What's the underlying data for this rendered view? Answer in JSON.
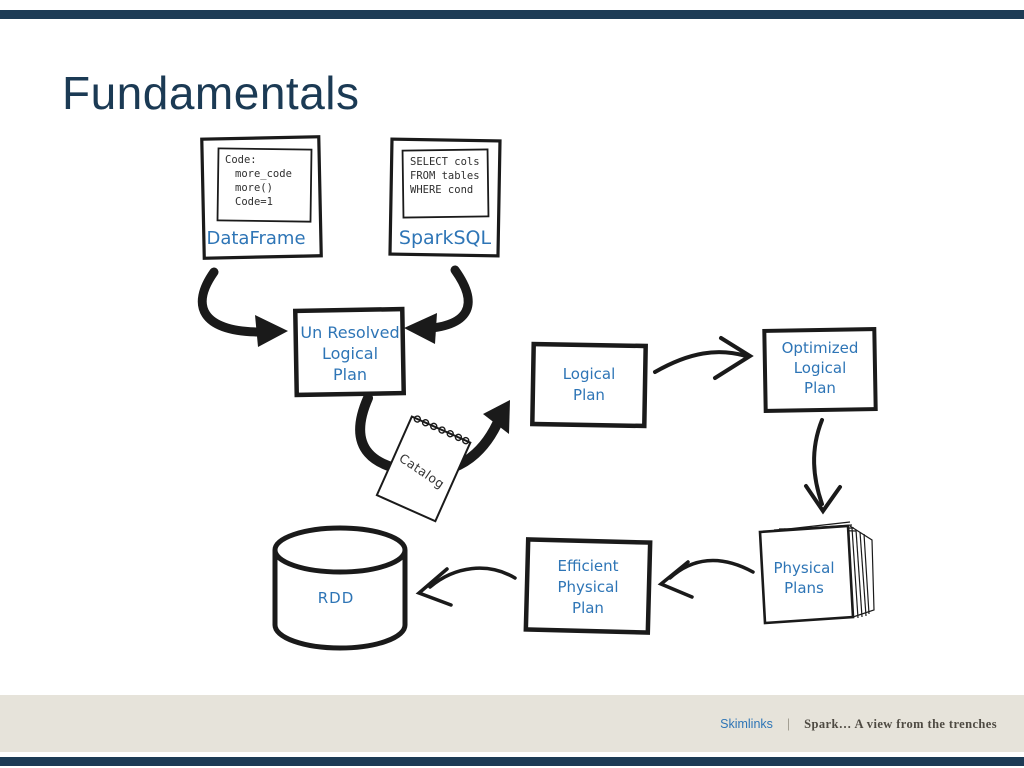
{
  "slide": {
    "title": "Fundamentals",
    "colors": {
      "navy_bar": "#1d3b55",
      "title_text": "#1b3a54",
      "diagram_blue": "#2e75b6",
      "ink": "#1a1a1a",
      "footer_bg": "#e6e3da",
      "footer_deck_text": "#4e4a42"
    },
    "footer": {
      "brand": "Skimlinks",
      "separator": "|",
      "deck_title": "Spark… A view from the trenches"
    }
  },
  "diagram": {
    "dataframe": {
      "label": "DataFrame",
      "code": [
        "Code:",
        "more_code",
        "more()",
        "Code=1"
      ]
    },
    "sparksql": {
      "label": "SparkSQL",
      "code": [
        "SELECT cols",
        "FROM tables",
        "WHERE cond"
      ]
    },
    "unresolved": {
      "l1": "Un Resolved",
      "l2": "Logical",
      "l3": "Plan"
    },
    "logical": {
      "l1": "Logical",
      "l2": "Plan"
    },
    "optimized": {
      "l1": "Optimized",
      "l2": "Logical",
      "l3": "Plan"
    },
    "catalog": {
      "label": "Catalog"
    },
    "physical": {
      "l1": "Physical",
      "l2": "Plans"
    },
    "efficient": {
      "l1": "Efficient",
      "l2": "Physical",
      "l3": "Plan"
    },
    "rdd": {
      "label": "RDD"
    }
  }
}
